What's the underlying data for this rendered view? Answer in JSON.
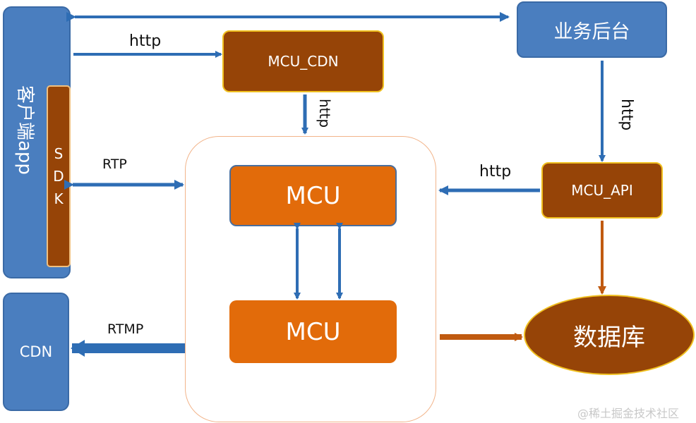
{
  "nodes": {
    "client_app": "客户端app",
    "sdk_letters": [
      "S",
      "D",
      "K"
    ],
    "cdn": "CDN",
    "business_backend": "业务后台",
    "mcu_cdn": "MCU_CDN",
    "mcu_api": "MCU_API",
    "mcu_top": "MCU",
    "mcu_bottom": "MCU",
    "database": "数据库"
  },
  "edges": {
    "app_to_mcu_cdn": "http",
    "mcu_cdn_to_mcu": "http",
    "backend_to_mcu_api": "http",
    "mcu_api_to_mcu": "http",
    "sdk_mcu": "RTP",
    "mcu_to_cdn": "RTMP"
  },
  "watermark": "@稀土掘金技术社区",
  "colors": {
    "blue": "#4a7ebf",
    "brown": "#964407",
    "orange": "#e26b0a",
    "arrow_blue": "#2e6db4",
    "arrow_orange": "#c05a10"
  }
}
